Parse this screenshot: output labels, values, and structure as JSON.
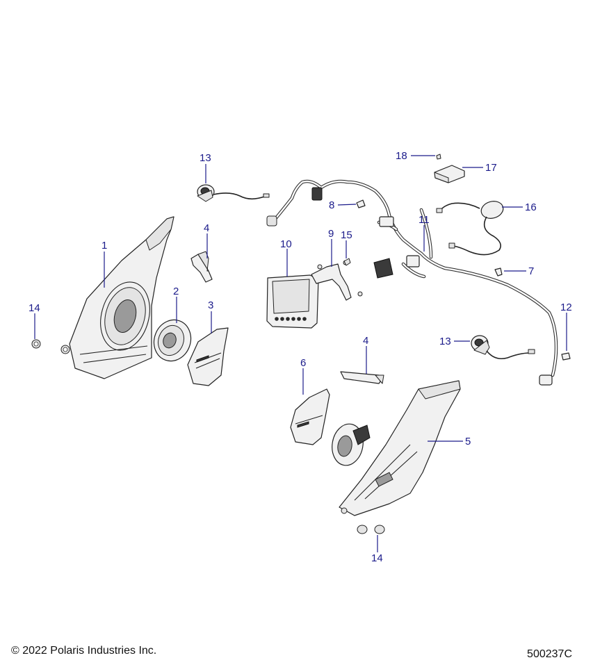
{
  "callouts": [
    {
      "label": "1"
    },
    {
      "label": "2"
    },
    {
      "label": "3"
    },
    {
      "label": "4"
    },
    {
      "label": "4"
    },
    {
      "label": "5"
    },
    {
      "label": "6"
    },
    {
      "label": "7"
    },
    {
      "label": "8"
    },
    {
      "label": "9"
    },
    {
      "label": "10"
    },
    {
      "label": "11"
    },
    {
      "label": "12"
    },
    {
      "label": "13"
    },
    {
      "label": "13"
    },
    {
      "label": "14"
    },
    {
      "label": "14"
    },
    {
      "label": "15"
    },
    {
      "label": "16"
    },
    {
      "label": "17"
    },
    {
      "label": "18"
    }
  ],
  "footer": {
    "copyright": "© 2022 Polaris Industries Inc.",
    "diagram_number": "500237C"
  }
}
